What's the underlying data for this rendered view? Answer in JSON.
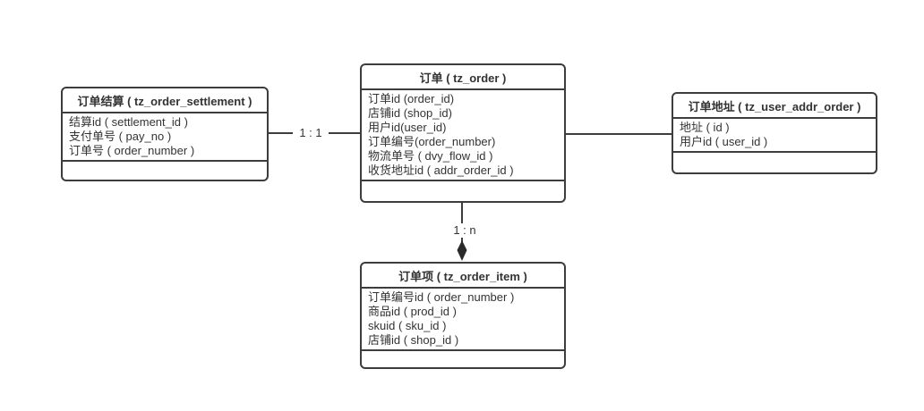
{
  "diagram": {
    "background_color": "#ffffff",
    "line_color": "#3d3d3d",
    "text_color": "#333333"
  },
  "entities": [
    {
      "id": "order_settlement",
      "title": "订单结算 ( tz_order_settlement )",
      "fields": [
        "结算id ( settlement_id )",
        "支付单号 ( pay_no )",
        "订单号 ( order_number )"
      ]
    },
    {
      "id": "order",
      "title": "订单 ( tz_order )",
      "fields": [
        "订单id (order_id)",
        "店铺id (shop_id)",
        "用户id(user_id)",
        "订单编号(order_number)",
        "物流单号 ( dvy_flow_id )",
        "收货地址id ( addr_order_id )"
      ]
    },
    {
      "id": "user_addr_order",
      "title": "订单地址 ( tz_user_addr_order )",
      "fields": [
        "地址 ( id )",
        "用户id ( user_id )"
      ]
    },
    {
      "id": "order_item",
      "title": "订单项 ( tz_order_item )",
      "fields": [
        "订单编号id ( order_number )",
        "商品id ( prod_id )",
        "skuid ( sku_id )",
        "店铺id ( shop_id )"
      ]
    }
  ],
  "connectors": [
    {
      "from": "order_settlement",
      "to": "order",
      "label": "1 : 1",
      "arrow": "none"
    },
    {
      "from": "order",
      "to": "user_addr_order",
      "label": "",
      "arrow": "none"
    },
    {
      "from": "order",
      "to": "order_item",
      "label": "1 : n",
      "arrow": "filled-diamond"
    }
  ]
}
